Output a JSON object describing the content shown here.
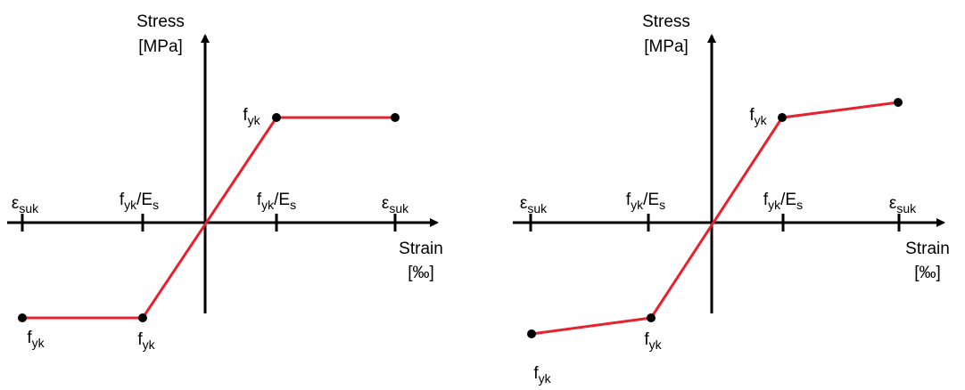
{
  "colors": {
    "curve": "#e8212e",
    "axis": "#000000",
    "point": "#000000"
  },
  "diagrams": [
    {
      "id": "elastic-perfectly-plastic",
      "y_axis_label": [
        "Stress",
        "[MPa]"
      ],
      "x_axis_label": [
        "Strain",
        "[‰]"
      ],
      "tick_labels": [
        {
          "main": "ε",
          "sub": "suk",
          "tail": ""
        },
        {
          "main": "f",
          "sub": "yk",
          "tail": "/E",
          "sub2": "s"
        },
        {
          "main": "f",
          "sub": "yk",
          "tail": "/E",
          "sub2": "s"
        },
        {
          "main": "ε",
          "sub": "suk",
          "tail": ""
        }
      ],
      "point_labels": [
        {
          "main": "f",
          "sub": "yk"
        },
        {
          "main": "f",
          "sub": "yk"
        },
        {
          "main": "f",
          "sub": "yk"
        }
      ]
    },
    {
      "id": "elastic-hardening",
      "y_axis_label": [
        "Stress",
        "[MPa]"
      ],
      "x_axis_label": [
        "Strain",
        "[‰]"
      ],
      "tick_labels": [
        {
          "main": "ε",
          "sub": "suk",
          "tail": ""
        },
        {
          "main": "f",
          "sub": "yk",
          "tail": "/E",
          "sub2": "s"
        },
        {
          "main": "f",
          "sub": "yk",
          "tail": "/E",
          "sub2": "s"
        },
        {
          "main": "ε",
          "sub": "suk",
          "tail": ""
        }
      ],
      "point_labels": [
        {
          "main": "f",
          "sub": "yk"
        },
        {
          "main": "f",
          "sub": "yk"
        },
        {
          "main": "f",
          "sub": "yk"
        }
      ]
    }
  ]
}
